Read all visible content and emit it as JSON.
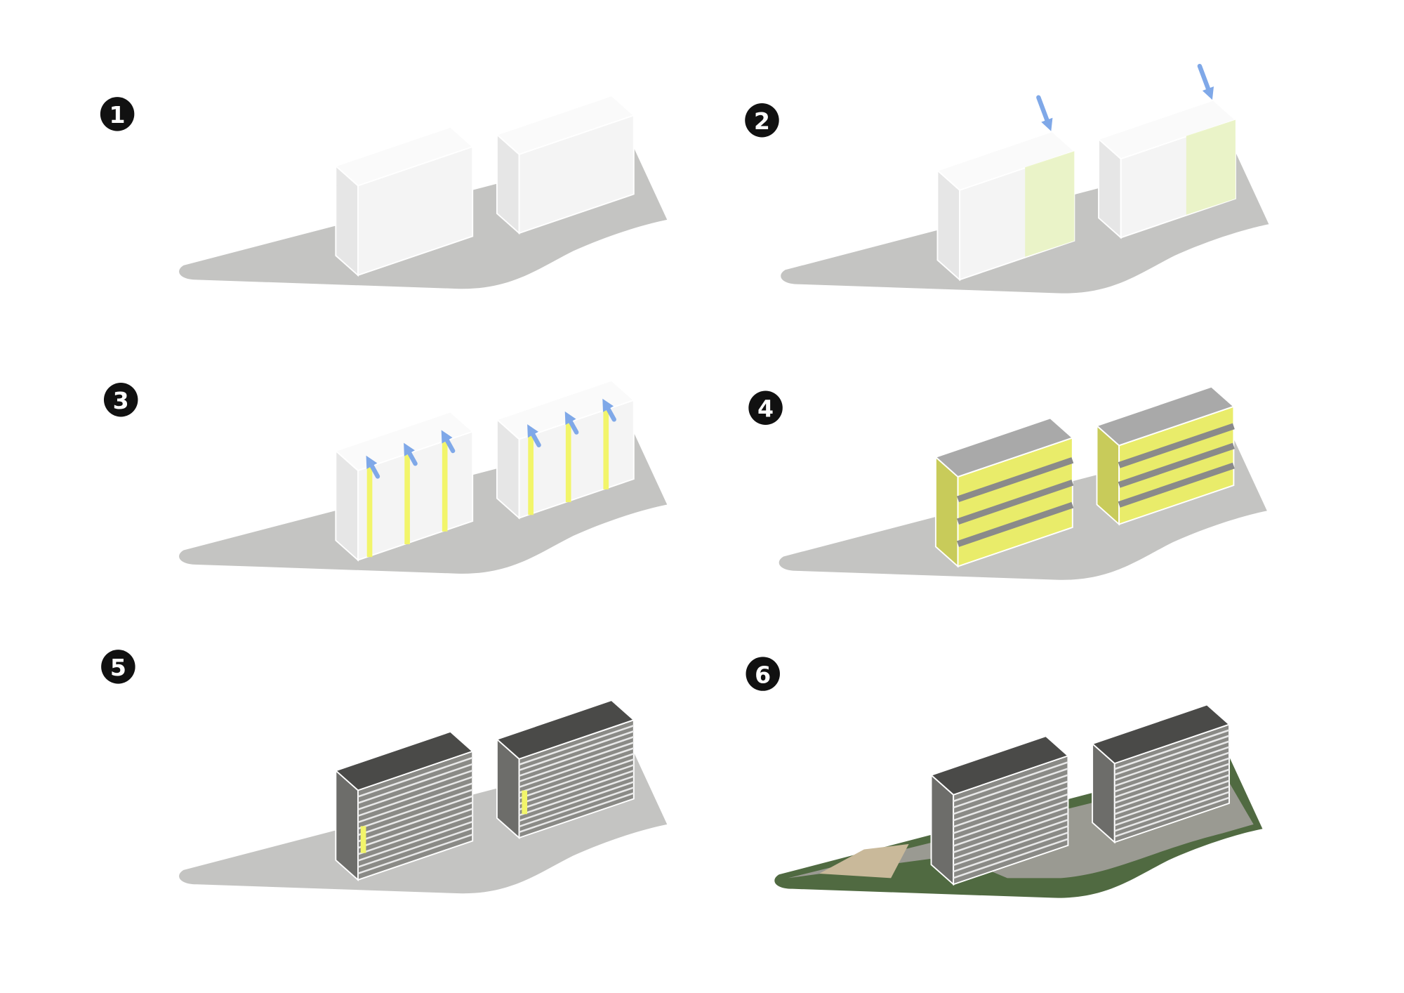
{
  "diagram": {
    "steps": [
      {
        "label": "1",
        "variant": "mass"
      },
      {
        "label": "2",
        "variant": "push"
      },
      {
        "label": "3",
        "variant": "split"
      },
      {
        "label": "4",
        "variant": "balconies"
      },
      {
        "label": "5",
        "variant": "facade"
      },
      {
        "label": "6",
        "variant": "site"
      }
    ],
    "colors": {
      "ground": "#c4c4c2",
      "building_light": "#f4f4f4",
      "building_side": "#e6e6e6",
      "accent_yellow": "#f2f56a",
      "accent_green": "#e8f2c0",
      "arrow_blue": "#7fa8e8",
      "dark_building": "#4a4a48",
      "landscape_green": "#3d5a2c",
      "badge": "#111111"
    }
  }
}
